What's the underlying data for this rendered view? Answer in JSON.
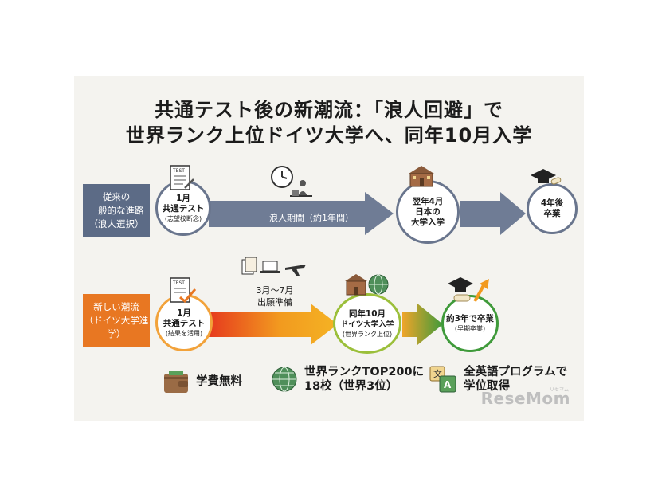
{
  "title": {
    "line1": "共通テスト後の新潮流：「浪人回避」で",
    "line2": "世界ランク上位ドイツ大学へ、同年10月入学"
  },
  "traditional": {
    "label_lines": [
      "従来の",
      "一般的な進路",
      "（浪人選択）"
    ],
    "node1": {
      "l1": "1月",
      "l2": "共通テスト",
      "sub": "(志望校断念)"
    },
    "arrow_label": "浪人期間（約1年間）",
    "node2": {
      "l1": "翌年4月",
      "l2": "日本の",
      "l3": "大学入学"
    },
    "node3": {
      "l1": "4年後",
      "l2": "卒業"
    }
  },
  "new_trend": {
    "label_lines": [
      "新しい潮流",
      "（ドイツ大学進学）"
    ],
    "node1": {
      "l1": "1月",
      "l2": "共通テスト",
      "sub": "(結果を活用)"
    },
    "arrow_label_lines": [
      "3月〜7月",
      "出願準備"
    ],
    "node2": {
      "l1": "同年10月",
      "l2": "ドイツ大学入学",
      "sub": "(世界ランク上位)"
    },
    "node3": {
      "l1": "約3年で卒業",
      "sub": "(早期卒業)"
    }
  },
  "features": [
    {
      "icon": "wallet-icon",
      "lines": [
        "学費無料"
      ]
    },
    {
      "icon": "globe-icon",
      "lines": [
        "世界ランクTOP200に",
        "18校（世界3位）"
      ]
    },
    {
      "icon": "translate-icon",
      "lines": [
        "全英語プログラムで",
        "学位取得"
      ]
    }
  ],
  "watermark": {
    "text": "ReseMom",
    "small": "リセマム"
  },
  "colors": {
    "traditional": "#5c6b86",
    "new": "#e87722",
    "green": "#3f9a3a"
  }
}
